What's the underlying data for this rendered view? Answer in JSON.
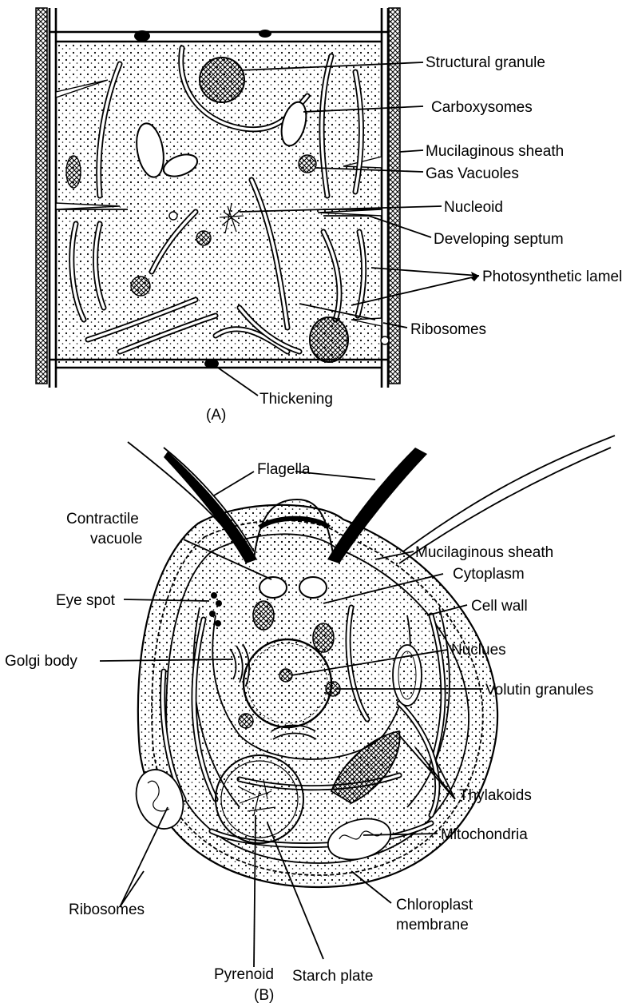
{
  "panel_a": {
    "caption": "(A)",
    "labels": {
      "structural_granule": "Structural granule",
      "carboxysomes": "Carboxysomes",
      "mucilaginous_sheath": "Mucilaginous sheath",
      "gas_vacuoles": "Gas Vacuoles",
      "nucleoid": "Nucleoid",
      "developing_septum": "Developing septum",
      "photosynthetic_lamellae": "Photosynthetic lameliae",
      "ribosomes": "Ribosomes",
      "thickening": "Thickening"
    }
  },
  "panel_b": {
    "caption": "(B)",
    "labels": {
      "flagella": "Flagella",
      "contractile_vacuole_1": "Contractile",
      "contractile_vacuole_2": "vacuole",
      "mucilaginous_sheath": "Mucilaginous sheath",
      "cytoplasm": "Cytoplasm",
      "eye_spot": "Eye spot",
      "cell_wall": "Cell wall",
      "golgi_body": "Golgi body",
      "nucleus": "Nuclues",
      "volutin_granules": "Volutin granules",
      "thylakoids": "Thylakoids",
      "mitochondria": "Mitochondria",
      "ribosomes": "Ribosomes",
      "chloroplast_membrane_1": "Chloroplast",
      "chloroplast_membrane_2": "membrane",
      "pyrenoid": "Pyrenoid",
      "starch_plate": "Starch plate"
    }
  }
}
